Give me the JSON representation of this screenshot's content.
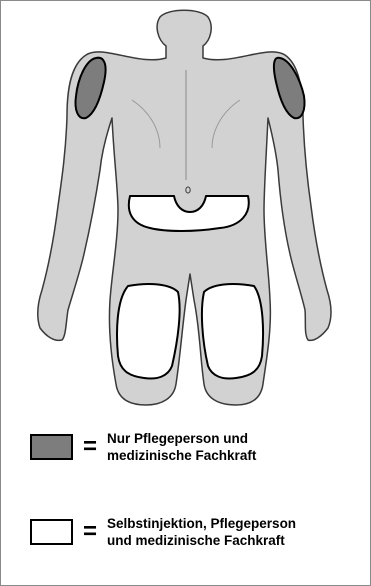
{
  "legend": {
    "items": [
      {
        "fill": "#7d7d7d",
        "symbol": "=",
        "line1": "Nur Pflegeperson und",
        "line2": "medizinische Fachkraft"
      },
      {
        "fill": "#ffffff",
        "symbol": "=",
        "line1": "Selbstinjektion, Pflegeperson",
        "line2": "und medizinische Fachkraft"
      }
    ]
  },
  "colors": {
    "body_fill": "#d2d2d2",
    "body_outline": "#3a3a3a",
    "caregiver_zone": "#7d7d7d",
    "self_zone": "#ffffff"
  }
}
